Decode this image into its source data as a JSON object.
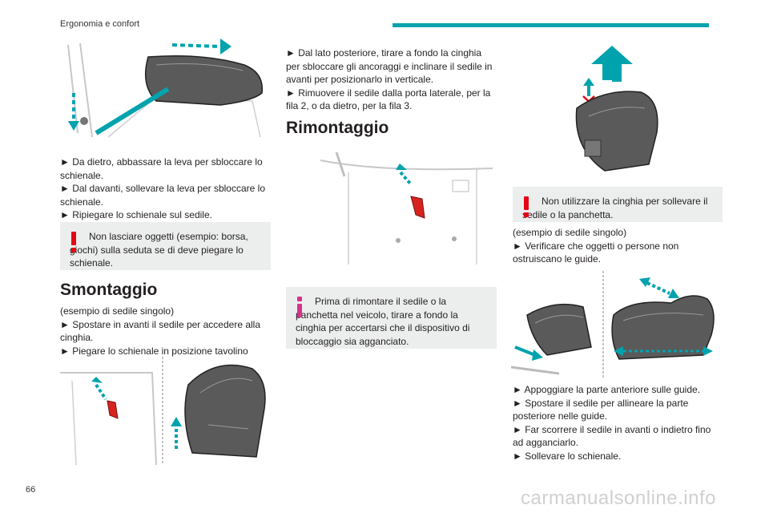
{
  "header": {
    "section_title": "Ergonomia e confort"
  },
  "footer": {
    "page_number": "66",
    "watermark": "carmanualsonline.info"
  },
  "colors": {
    "accent": "#00a3ad",
    "warning_red": "#e30613",
    "info_pink": "#d6338a",
    "seat_red": "#d7231f",
    "notice_bg": "#eceeee"
  },
  "col1": {
    "steps": [
      "► Da dietro, abbassare la leva per sbloccare lo schienale.",
      "► Dal davanti, sollevare la leva per sbloccare lo schienale.",
      "► Ripiegare lo schienale sul sedile."
    ],
    "warning": "Non lasciare oggetti (esempio: borsa, giochi) sulla seduta se di deve piegare lo schienale.",
    "heading": "Smontaggio",
    "note": "(esempio di sedile singolo)",
    "steps2": [
      "► Spostare in avanti il sedile per accedere alla cinghia.",
      "► Piegare lo schienale in posizione tavolino"
    ]
  },
  "col2": {
    "steps": [
      "► Dal lato posteriore, tirare a fondo la cinghia per sbloccare gli ancoraggi e inclinare il sedile in avanti per posizionarlo in verticale.",
      "► Rimuovere il sedile dalla porta laterale, per la fila 2, o da dietro, per la fila 3."
    ],
    "heading": "Rimontaggio",
    "info": "Prima di rimontare il sedile o la panchetta nel veicolo, tirare a fondo la cinghia per accertarsi che il dispositivo di bloccaggio sia agganciato."
  },
  "col3": {
    "warning": "Non utilizzare la cinghia per sollevare il sedile o la panchetta.",
    "note": "(esempio di sedile singolo)",
    "step_check": "► Verificare che oggetti o persone non ostruiscano le guide.",
    "steps": [
      "► Appoggiare la parte anteriore sulle guide.",
      "► Spostare il sedile per allineare la parte posteriore nelle guide.",
      "► Far scorrere il sedile in avanti o indietro fino ad agganciarlo.",
      "► Sollevare lo schienale."
    ]
  }
}
